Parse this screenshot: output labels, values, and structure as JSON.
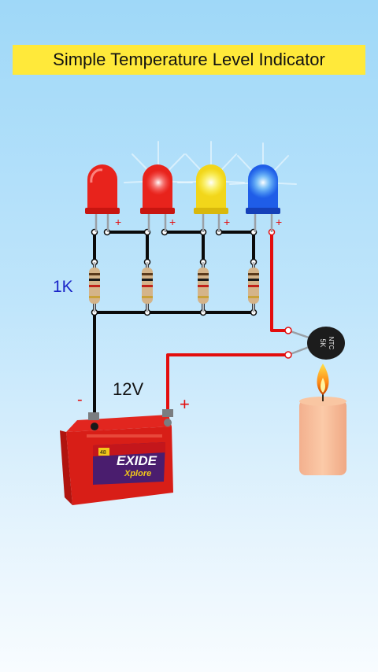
{
  "title": "Simple Temperature Level Indicator",
  "resistor_label": "1K",
  "battery": {
    "voltage_label": "12V",
    "negative_label": "-",
    "positive_label": "+",
    "brand": "EXIDE",
    "model": "Xplore",
    "badge": "48"
  },
  "thermistor": {
    "type_label": "NTC",
    "value_label": "5K"
  },
  "led_polarity_label": "+",
  "leds": [
    {
      "color": "red",
      "hex": "#e8231c",
      "lit": false
    },
    {
      "color": "red",
      "hex": "#e8231c",
      "lit": true
    },
    {
      "color": "yellow",
      "hex": "#f2d61a",
      "lit": true
    },
    {
      "color": "blue",
      "hex": "#1f5de8",
      "lit": true
    }
  ],
  "colors": {
    "wire_black": "#0a0a0a",
    "wire_red": "#e30d0d",
    "banner": "#ffe93a",
    "label_blue": "#1a25c8"
  }
}
